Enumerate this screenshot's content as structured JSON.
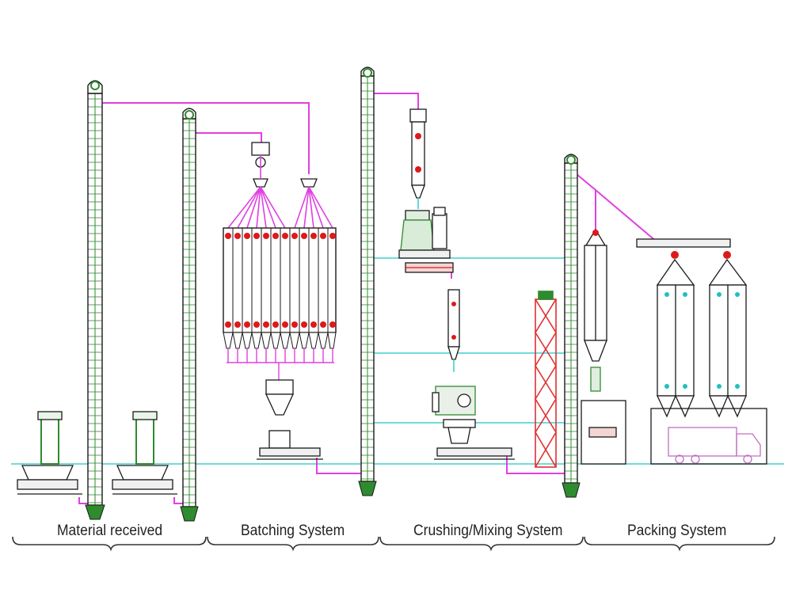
{
  "sections": [
    {
      "label": "Material received"
    },
    {
      "label": "Batching System"
    },
    {
      "label": "Crushing/Mixing System"
    },
    {
      "label": "Packing System"
    }
  ],
  "colors": {
    "line": "#1a1a1a",
    "pipe": "#e040e0",
    "floor": "#40d0d0",
    "equipment_green": "#2e8b2e",
    "bin_dot": "#dd1a1a",
    "frame_red": "#e03030",
    "silo_dot": "#20c0c0"
  },
  "bin_dots": [
    "•",
    "•"
  ]
}
